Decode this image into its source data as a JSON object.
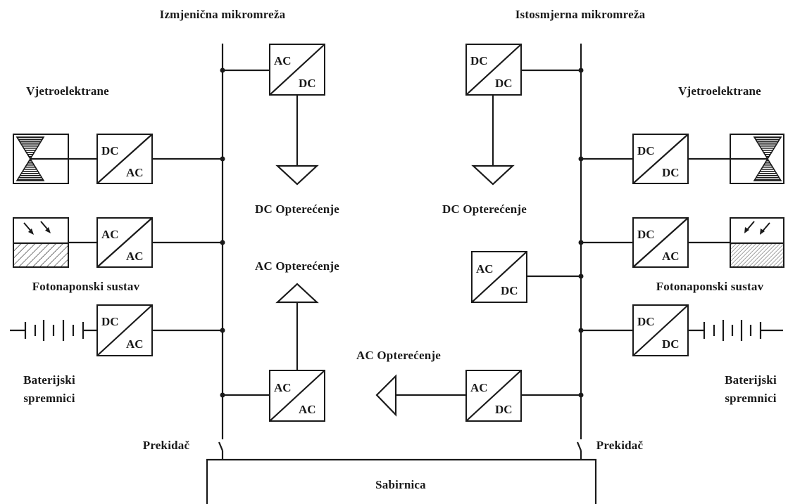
{
  "labels": {
    "ac_microgrid": "Izmjenična mikromreža",
    "dc_microgrid": "Istosmjerna mikromreža",
    "wind_left": "Vjetroelektrane",
    "wind_right": "Vjetroelektrane",
    "pv_left": "Fotonaponski sustav",
    "pv_right": "Fotonaponski sustav",
    "battery_left_1": "Baterijski",
    "battery_left_2": "spremnici",
    "battery_right_1": "Baterijski",
    "battery_right_2": "spremnici",
    "dc_load_left": "DC Opterećenje",
    "dc_load_right": "DC Opterećenje",
    "ac_load_left": "AC Opterećenje",
    "ac_load_middle": "AC Opterećenje",
    "breaker_left": "Prekidač",
    "breaker_right": "Prekidač",
    "busbar": "Sabirnica"
  },
  "converters": {
    "ac_top": [
      "AC",
      "DC"
    ],
    "dc_top": [
      "DC",
      "DC"
    ],
    "wind_left": [
      "DC",
      "AC"
    ],
    "pv_left": [
      "AC",
      "AC"
    ],
    "bat_left": [
      "DC",
      "AC"
    ],
    "ac_bottom": [
      "AC",
      "AC"
    ],
    "dc_bottom": [
      "AC",
      "DC"
    ],
    "wind_right": [
      "DC",
      "DC"
    ],
    "pv_right": [
      "DC",
      "AC"
    ],
    "dc_mid": [
      "AC",
      "DC"
    ],
    "bat_right": [
      "DC",
      "DC"
    ]
  }
}
